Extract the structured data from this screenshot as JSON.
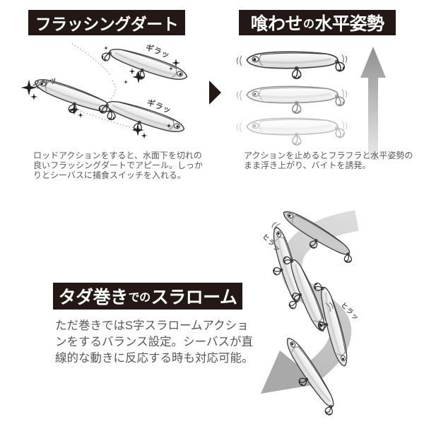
{
  "colors": {
    "header_bg": "#231815",
    "header_text": "#ffffff",
    "caption_text": "#595757",
    "rise_arrow_top": "#8f8f8f",
    "rise_arrow_bottom": "#eaeaea",
    "ribbon_gray": "#c6c6c6",
    "outline_ink": "#3a3a3a"
  },
  "panels": {
    "flashing_dart": {
      "title": "フラッシングダート",
      "caption_lines": [
        "ロッドアクションをすると、水面下を切れの",
        "良いフラッシングダートでアピール。しっか",
        "りとシーバスに捕食スイッチを入れる。"
      ],
      "flash_label": "ギラッ"
    },
    "horizontal_posture": {
      "title_parts": {
        "a": "喰わせ",
        "b": "の",
        "c": "水平姿勢"
      },
      "caption_lines": [
        "アクションを止めるとフラフラと水平姿勢の",
        "まま浮き上がり、バイトを誘発。"
      ]
    },
    "slalom": {
      "title_parts": {
        "a": "タダ巻き",
        "b": "での",
        "c": "スラローム"
      },
      "caption_lines": [
        "ただ巻きではS字スラロームアクショ",
        "ンをするバランス設定。シーバスが直",
        "線的な動きに反応する時も対応可能。"
      ],
      "flutter_label": "ヒラッ"
    }
  }
}
